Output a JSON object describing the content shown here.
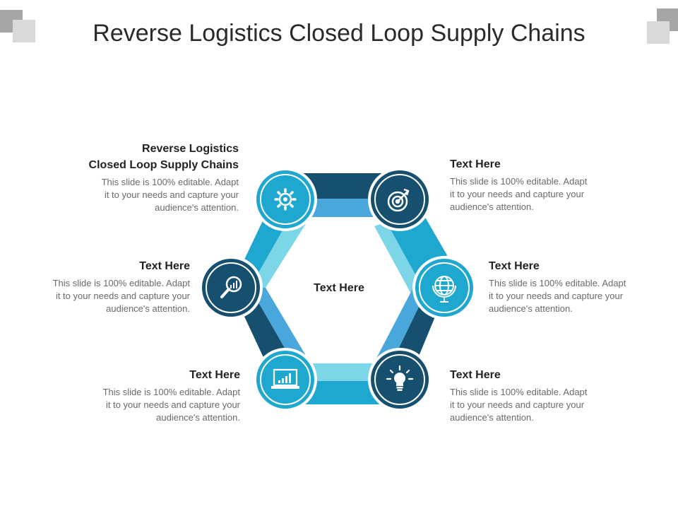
{
  "title": "Reverse Logistics Closed Loop Supply Chains",
  "center_label": "Text Here",
  "colors": {
    "dark": "#16506e",
    "mid": "#1fa8cf",
    "light": "#7dd6e8",
    "steel": "#4aa7dc",
    "corner_dark": "#a6a6a6",
    "corner_light": "#d9d9d9"
  },
  "nodes": [
    {
      "icon": "gear-icon",
      "heading": "Reverse Logistics\nClosed Loop Supply Chains",
      "body": "This slide is 100% editable. Adapt\nit to your needs and capture your\naudience's attention."
    },
    {
      "icon": "target-icon",
      "heading": "Text Here",
      "body": "This slide is 100% editable. Adapt\nit to your needs and capture your\naudience's attention."
    },
    {
      "icon": "globe-icon",
      "heading": "Text Here",
      "body": "This slide is 100% editable. Adapt\nit to your needs and capture your\naudience's attention."
    },
    {
      "icon": "lightbulb-icon",
      "heading": "Text Here",
      "body": "This slide is 100% editable. Adapt\nit to your needs and capture your\naudience's attention."
    },
    {
      "icon": "laptop-chart-icon",
      "heading": "Text Here",
      "body": "This slide is 100% editable. Adapt\nit to your needs and capture your\naudience's attention."
    },
    {
      "icon": "magnifier-chart-icon",
      "heading": "Text Here",
      "body": "This slide is 100% editable. Adapt\nit to your needs and capture your\naudience's attention."
    }
  ]
}
